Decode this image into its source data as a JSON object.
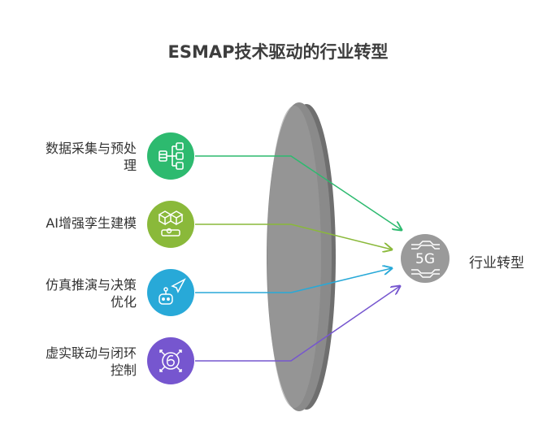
{
  "title": "ESMAP技术驱动的行业转型",
  "inputs": [
    {
      "line1": "数据采集与预处",
      "line2": "理",
      "color": "#2dba6f",
      "icon": "database-icon"
    },
    {
      "line1": "AI增强孪生建模",
      "line2": "",
      "color": "#8ab93a",
      "icon": "cubes-icon"
    },
    {
      "line1": "仿真推演与决策",
      "line2": "优化",
      "color": "#28a9d8",
      "icon": "navigation-robot-icon"
    },
    {
      "line1": "虚实联动与闭环",
      "line2": "控制",
      "color": "#7656cf",
      "icon": "six-arrows-icon"
    }
  ],
  "output": {
    "label": "行业转型",
    "badge": "5G",
    "color": "#9a9a9a"
  },
  "lens_color": "#8a8a8a"
}
